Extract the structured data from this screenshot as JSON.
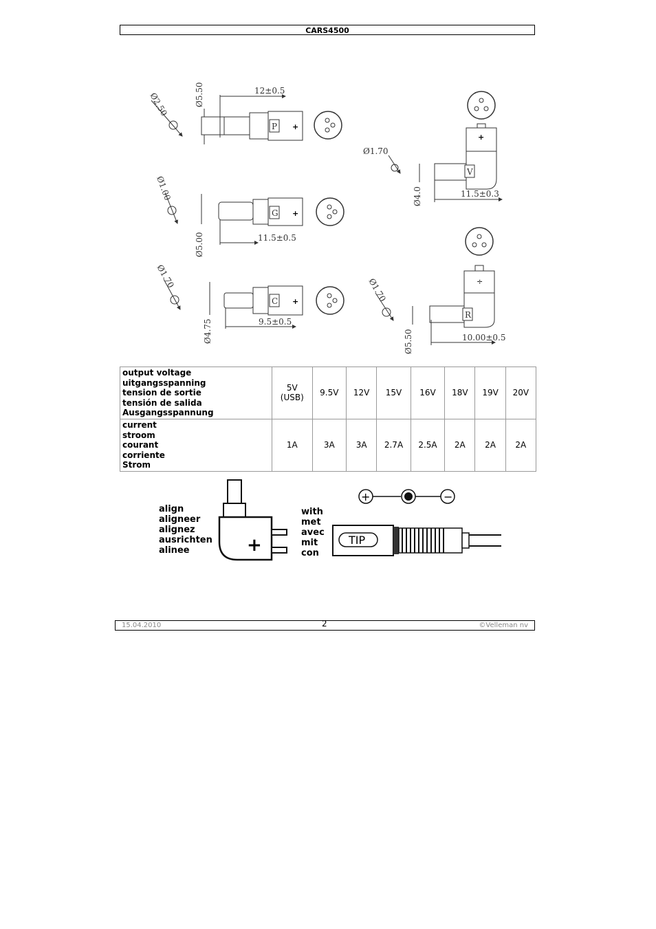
{
  "header": {
    "title": "CARS4500"
  },
  "drawings": {
    "plug_p": {
      "letter": "P",
      "polarity": "+",
      "dia_small": "Ø2.50",
      "dia_large": "Ø5.50",
      "length": "12±0.5"
    },
    "plug_g": {
      "letter": "G",
      "polarity": "+",
      "dia_small": "Ø1.00",
      "dia_large": "Ø5.00",
      "length": "11.5±0.5"
    },
    "plug_c": {
      "letter": "C",
      "polarity": "+",
      "dia_small": "Ø1.70",
      "dia_large": "Ø4.75",
      "length": "9.5±0.5"
    },
    "plug_v": {
      "letter": "V",
      "polarity": "+",
      "dia_small": "Ø1.70",
      "dia_large": "Ø4.0",
      "length": "11.5±0.3"
    },
    "plug_r": {
      "letter": "R",
      "polarity": "÷",
      "dia_small": "Ø1.70",
      "dia_large": "Ø5.50",
      "length": "10.00±0.5"
    }
  },
  "table": {
    "voltage_labels": [
      "output voltage",
      "uitgangsspanning",
      "tension de sortie",
      "tensión de salida",
      "Ausgangsspannung"
    ],
    "current_labels": [
      "current",
      "stroom",
      "courant",
      "corriente",
      "Strom"
    ],
    "voltages": [
      "5V\n(USB)",
      "9.5V",
      "12V",
      "15V",
      "16V",
      "18V",
      "19V",
      "20V"
    ],
    "currents": [
      "1A",
      "3A",
      "3A",
      "2.7A",
      "2.5A",
      "2A",
      "2A",
      "2A"
    ]
  },
  "instructions": {
    "align_words": [
      "align",
      "aligneer",
      "alignez",
      "ausrichten",
      "alinee"
    ],
    "with_words": [
      "with",
      "met",
      "avec",
      "mit",
      "con"
    ],
    "plus_sign": "+",
    "tip_label": "TIP",
    "pos_symbol": "+",
    "neg_symbol": "−"
  },
  "footer": {
    "date": "15.04.2010",
    "page": "2",
    "copyright": "©Velleman nv"
  }
}
